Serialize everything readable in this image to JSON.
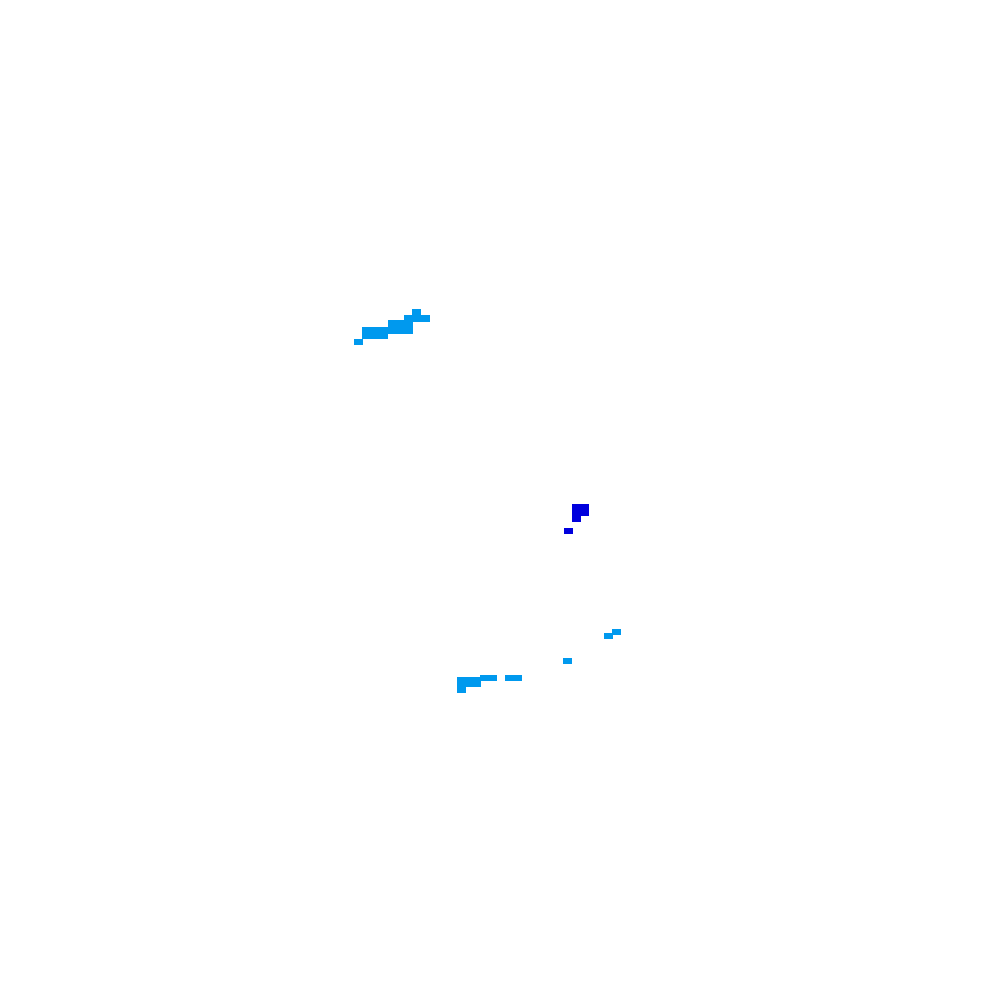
{
  "map": {
    "background_color": "#ffffff",
    "palette": {
      "light_blue": "#0099ee",
      "dark_blue": "#0000dd"
    },
    "features": [
      {
        "name": "patch-northwest",
        "color_key": "light_blue"
      },
      {
        "name": "patch-center",
        "color_key": "dark_blue"
      },
      {
        "name": "patch-southeast-small",
        "color_key": "light_blue"
      },
      {
        "name": "patch-south-dot",
        "color_key": "light_blue"
      },
      {
        "name": "patch-south",
        "color_key": "light_blue"
      }
    ]
  }
}
